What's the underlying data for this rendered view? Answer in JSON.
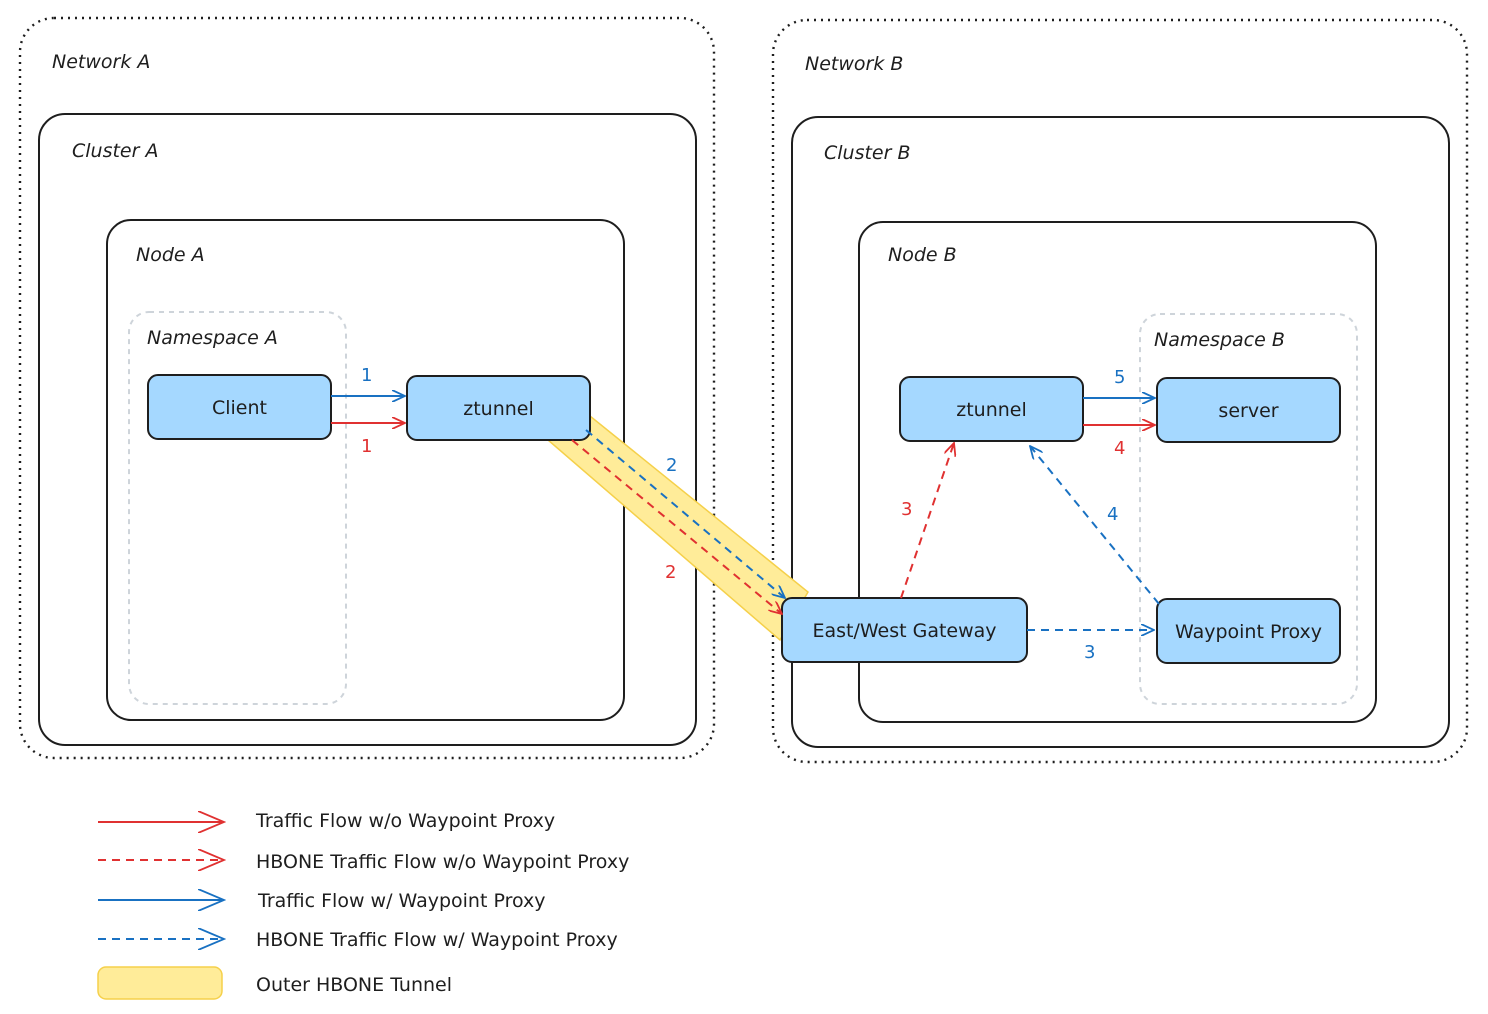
{
  "colors": {
    "red": "#e03131",
    "blue": "#1971c2",
    "node_fill": "#a5d8ff",
    "tunnel_fill": "#ffec99",
    "tunnel_stroke": "#f5d04a",
    "namespace_stroke": "#ced4da"
  },
  "networks": {
    "a": {
      "label": "Network A"
    },
    "b": {
      "label": "Network B"
    }
  },
  "clusters": {
    "a": {
      "label": "Cluster A"
    },
    "b": {
      "label": "Cluster B"
    }
  },
  "nodes": {
    "a": {
      "label": "Node A"
    },
    "b": {
      "label": "Node B"
    }
  },
  "namespaces": {
    "a": {
      "label": "Namespace A"
    },
    "b": {
      "label": "Namespace B"
    }
  },
  "components": {
    "client": "Client",
    "ztunnel_a": "ztunnel",
    "ztunnel_b": "ztunnel",
    "server": "server",
    "gateway": "East/West Gateway",
    "waypoint": "Waypoint Proxy"
  },
  "step_labels": {
    "blue_client_ztunnel": "1",
    "red_client_ztunnel": "1",
    "blue_tunnel": "2",
    "red_tunnel": "2",
    "red_gw_ztunnel": "3",
    "blue_gw_waypoint": "3",
    "blue_waypoint_ztunnel": "4",
    "red_ztunnel_server": "4",
    "blue_ztunnel_server": "5"
  },
  "legend": [
    {
      "style": "red-solid",
      "label": "Traffic Flow w/o Waypoint Proxy"
    },
    {
      "style": "red-dashed",
      "label": "HBONE Traffic Flow w/o Waypoint Proxy"
    },
    {
      "style": "blue-solid",
      "label": "Traffic Flow w/ Waypoint Proxy"
    },
    {
      "style": "blue-dashed",
      "label": "HBONE Traffic Flow w/ Waypoint Proxy"
    },
    {
      "style": "yellow-band",
      "label": "Outer HBONE Tunnel"
    }
  ]
}
